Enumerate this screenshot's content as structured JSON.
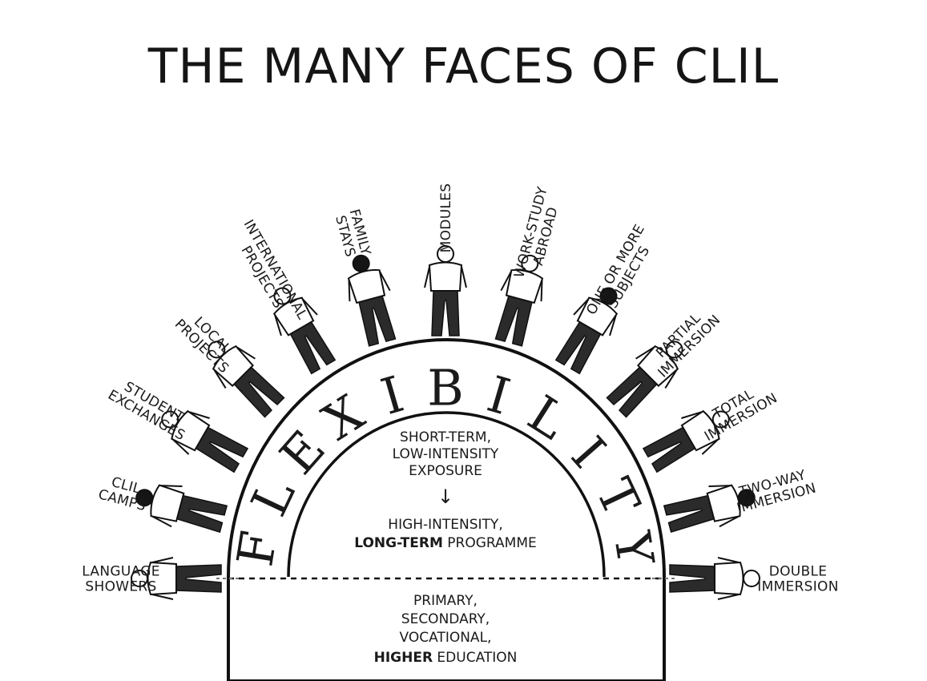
{
  "title": "THE MANY FACES OF CLIL",
  "arc_word": "FLEXIBILITY",
  "faces": [
    {
      "lines": [
        "LANGUAGE",
        "SHOWERS"
      ]
    },
    {
      "lines": [
        "CLIL",
        "CAMPS"
      ]
    },
    {
      "lines": [
        "STUDENT",
        "EXCHANGES"
      ]
    },
    {
      "lines": [
        "LOCAL",
        "PROJECTS"
      ]
    },
    {
      "lines": [
        "INTERNATIONAL",
        "PROJECTS"
      ]
    },
    {
      "lines": [
        "FAMILY",
        "STAYS"
      ]
    },
    {
      "lines": [
        "MODULES"
      ]
    },
    {
      "lines": [
        "WORK-STUDY",
        "ABROAD"
      ]
    },
    {
      "lines": [
        "ONE OR MORE",
        "SUBJECTS"
      ]
    },
    {
      "lines": [
        "PARTIAL",
        "IMMERSION"
      ]
    },
    {
      "lines": [
        "TOTAL",
        "IMMERSION"
      ]
    },
    {
      "lines": [
        "TWO-WAY",
        "IMMERSION"
      ]
    },
    {
      "lines": [
        "DOUBLE",
        "IMMERSION"
      ]
    }
  ],
  "inner": {
    "top_lines": [
      "SHORT-TERM,",
      "LOW-INTENSITY",
      "EXPOSURE"
    ],
    "arrow": "↓",
    "bottom_line1": "HIGH-INTENSITY,",
    "bottom_bold": "LONG-TERM",
    "bottom_rest": " PROGRAMME"
  },
  "base": {
    "lines": [
      "PRIMARY,",
      "SECONDARY,",
      "VOCATIONAL,"
    ],
    "last_bold": "HIGHER",
    "last_rest": " EDUCATION"
  }
}
